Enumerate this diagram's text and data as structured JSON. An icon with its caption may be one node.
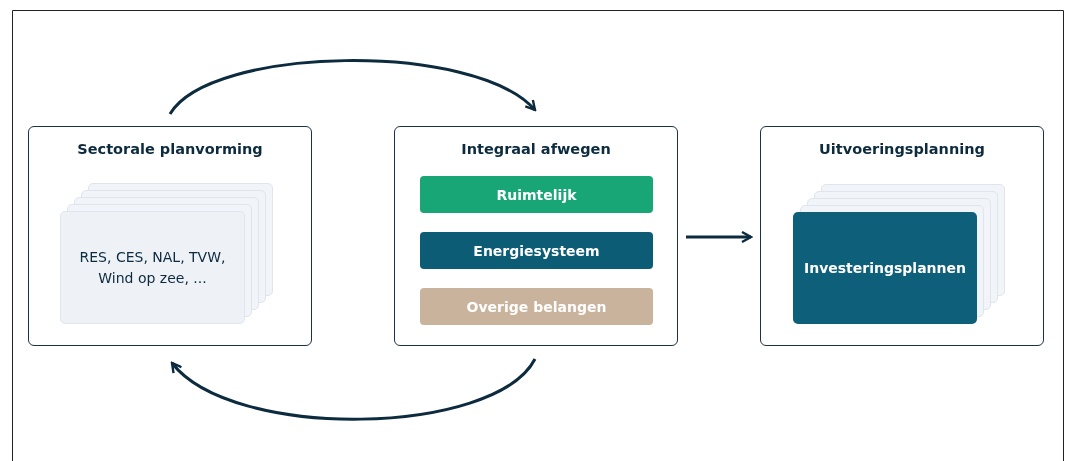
{
  "diagram": {
    "nodes": [
      {
        "text": [
          "Sectorale planvorming"
        ]
      },
      {
        "text": [
          "RES, CES, NAL, TVW, Wind op zee, ..."
        ],
        "in": 0
      },
      {
        "text": [
          "Integraal afwegen"
        ]
      },
      {
        "text": [
          "Ruimtelijk"
        ],
        "in": 2
      },
      {
        "text": [
          "Energiesysteem"
        ],
        "in": 2
      },
      {
        "text": [
          "Overige belangen"
        ],
        "in": 2
      },
      {
        "text": [
          "Uitvoeringsplanning"
        ]
      },
      {
        "text": [
          "Investeringsplannen"
        ],
        "in": 6
      }
    ],
    "edges": [
      {
        "from": 0,
        "to": 2,
        "arrow": "to"
      },
      {
        "from": 2,
        "to": 6,
        "arrow": "to"
      },
      {
        "from": 2,
        "to": 0,
        "arrow": "to"
      }
    ]
  }
}
